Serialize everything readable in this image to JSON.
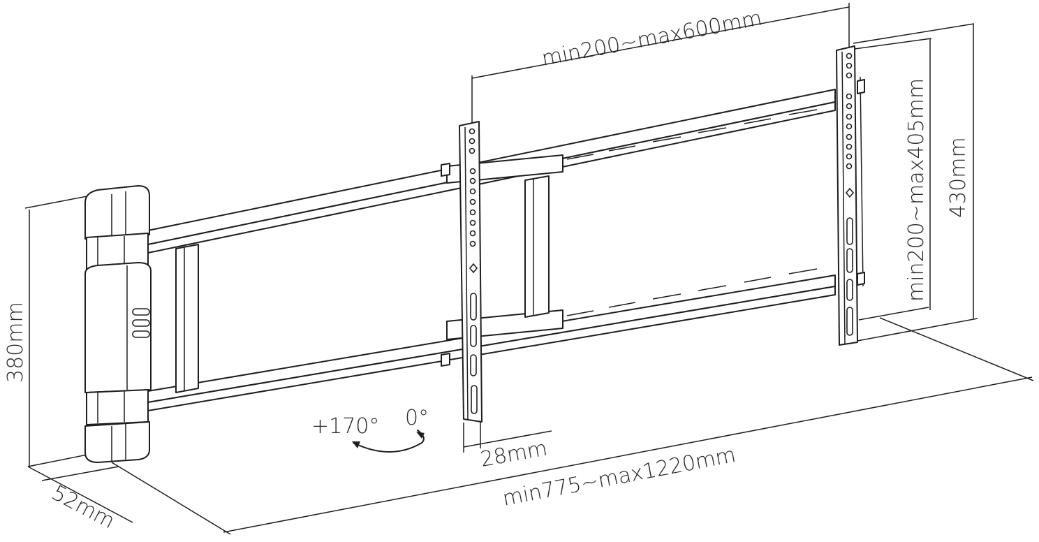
{
  "diagram": {
    "subject": "Swivel TV wall mount arm with VESA brackets (line drawing)",
    "colors": {
      "line": "#1e1e1e",
      "text": "#2a2a2a",
      "background": "#ffffff"
    },
    "dimensions": {
      "vesa_width": "min200~max600mm",
      "vesa_height": "min200~max405mm",
      "bracket_height": "430mm",
      "wall_plate_height": "380mm",
      "wall_plate_depth": "52mm",
      "profile_depth": "28mm",
      "extension": "min775~max1220mm"
    },
    "rotation": {
      "max_angle": "+170°",
      "min_angle": "0°",
      "arrow_icon": "curved-rotation-arrow"
    }
  }
}
